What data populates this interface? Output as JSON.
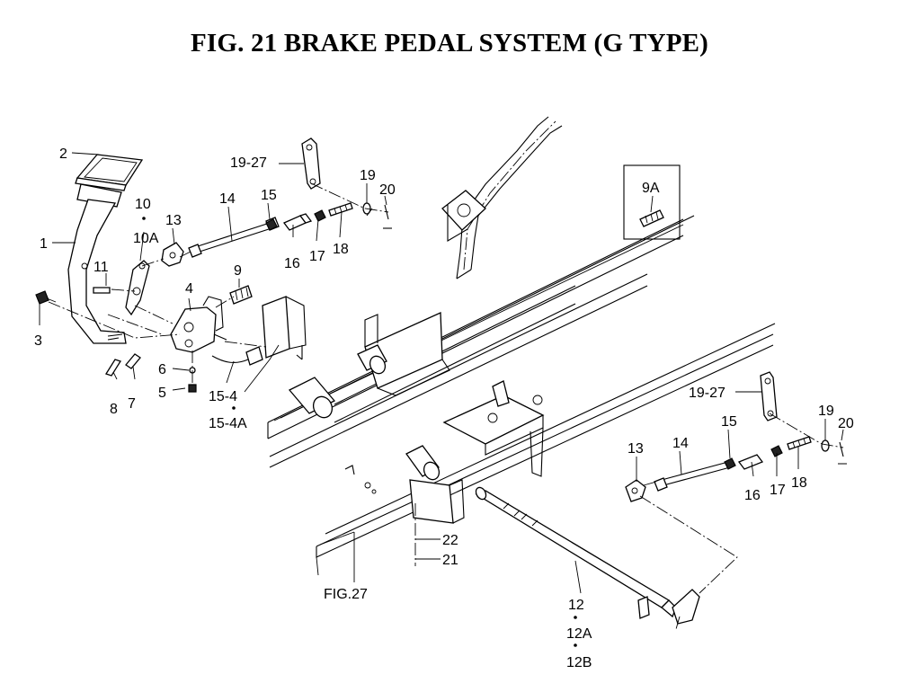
{
  "title": "FIG. 21  BRAKE PEDAL SYSTEM (G TYPE)",
  "labels": {
    "p1": "1",
    "p2": "2",
    "p3": "3",
    "p4": "4",
    "p5": "5",
    "p6": "6",
    "p7": "7",
    "p8": "8",
    "p9": "9",
    "p9A": "9A",
    "p10": "10",
    "p10A": "10A",
    "p11": "11",
    "p12": "12",
    "p12A": "12A",
    "p12B": "12B",
    "p13a": "13",
    "p13b": "13",
    "p14a": "14",
    "p14b": "14",
    "p15a": "15",
    "p15b": "15",
    "p15_4": "15-4",
    "p15_4A": "15-4A",
    "p16a": "16",
    "p16b": "16",
    "p17a": "17",
    "p17b": "17",
    "p18a": "18",
    "p18b": "18",
    "p19a": "19",
    "p19b": "19",
    "p19_27a": "19-27",
    "p19_27b": "19-27",
    "p20a": "20",
    "p20b": "20",
    "p21": "21",
    "p22": "22",
    "fig27": "FIG.27"
  }
}
